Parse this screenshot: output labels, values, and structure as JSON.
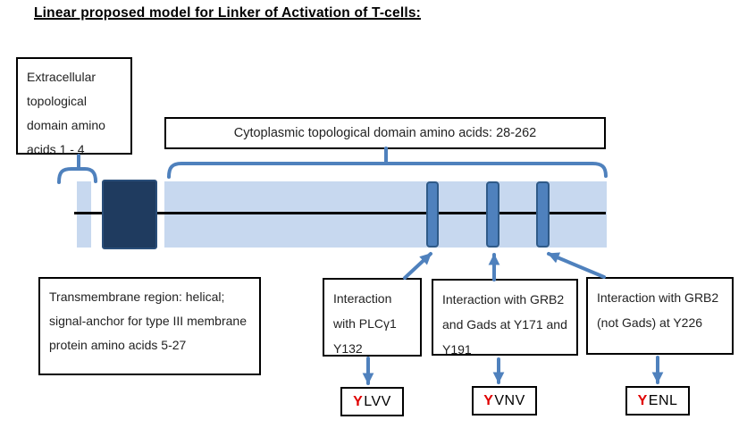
{
  "title": "Linear proposed model for Linker of Activation of T-cells:",
  "colors": {
    "accent_blue": "#4f81bd",
    "bar_light_blue": "#c7d8ef",
    "transmembrane_navy": "#1f3b5f",
    "site_border_blue": "#2f5a88",
    "motif_highlight_red": "#e00000",
    "text_black": "#000000"
  },
  "boxes": {
    "extracellular": {
      "text": "Extracellular topological domain amino acids 1 - 4"
    },
    "cytoplasmic": {
      "text": "Cytoplasmic topological domain amino acids: 28-262"
    },
    "transmembrane": {
      "text": "Transmembrane region: helical; signal-anchor for type III membrane protein amino acids 5-27"
    },
    "interactions": [
      {
        "text": "Interaction with PLCγ1 Y132"
      },
      {
        "text": "Interaction with GRB2 and Gads at Y171 and Y191"
      },
      {
        "text": "Interaction with GRB2 (not Gads) at Y226"
      }
    ],
    "motifs": [
      {
        "highlight": "Y",
        "rest": "LVV"
      },
      {
        "highlight": "Y",
        "rest": "VNV"
      },
      {
        "highlight": "Y",
        "rest": "ENL"
      }
    ]
  },
  "diagram": {
    "regions": [
      {
        "name": "extracellular-segment",
        "residues": "1-4"
      },
      {
        "name": "transmembrane-segment",
        "residues": "5-27"
      },
      {
        "name": "cytoplasmic-segment",
        "residues": "28-262"
      }
    ],
    "tyrosine_sites": [
      "Y132",
      "Y171/Y191",
      "Y226"
    ]
  }
}
